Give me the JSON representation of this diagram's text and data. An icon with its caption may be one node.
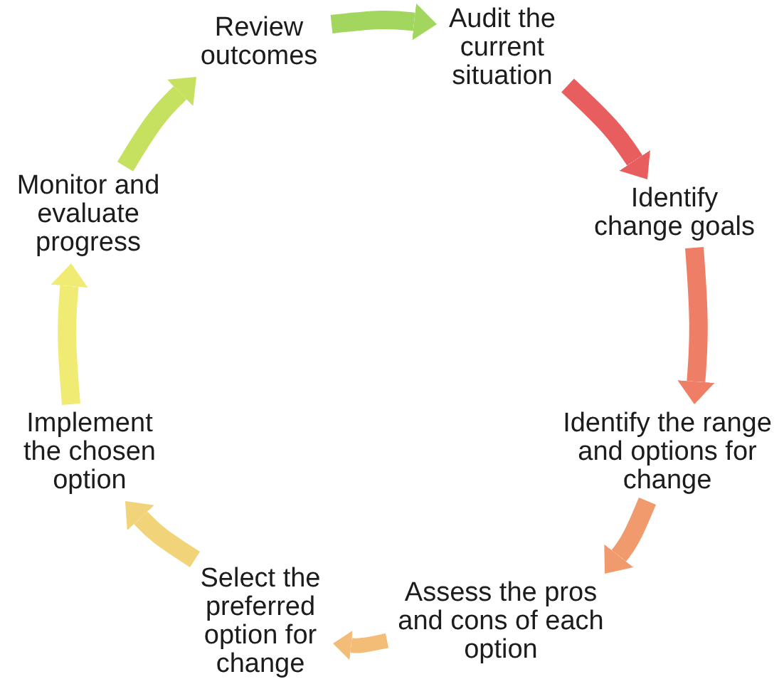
{
  "diagram": {
    "nodes": [
      {
        "text": [
          "Audit the current situation"
        ]
      },
      {
        "text": [
          "Identify change goals"
        ]
      },
      {
        "text": [
          "Identify the range and options for change"
        ]
      },
      {
        "text": [
          "Assess the pros and cons of each option"
        ]
      },
      {
        "text": [
          "Select the preferred option for change"
        ]
      },
      {
        "text": [
          "Implement the chosen option"
        ]
      },
      {
        "text": [
          "Monitor and evaluate progress"
        ]
      },
      {
        "text": [
          "Review outcomes"
        ]
      }
    ],
    "edges": [
      {
        "from": 0,
        "to": 1,
        "arrow": "to",
        "color": "#e85d5d"
      },
      {
        "from": 1,
        "to": 2,
        "arrow": "to",
        "color": "#ee7f66"
      },
      {
        "from": 2,
        "to": 3,
        "arrow": "to",
        "color": "#f09a6e"
      },
      {
        "from": 3,
        "to": 4,
        "arrow": "to",
        "color": "#f3bd78"
      },
      {
        "from": 4,
        "to": 5,
        "arrow": "to",
        "color": "#f1d37a"
      },
      {
        "from": 5,
        "to": 6,
        "arrow": "to",
        "color": "#f0ec73"
      },
      {
        "from": 6,
        "to": 7,
        "arrow": "to",
        "color": "#c6e160"
      },
      {
        "from": 7,
        "to": 0,
        "arrow": "to",
        "color": "#a2d65e"
      }
    ]
  }
}
